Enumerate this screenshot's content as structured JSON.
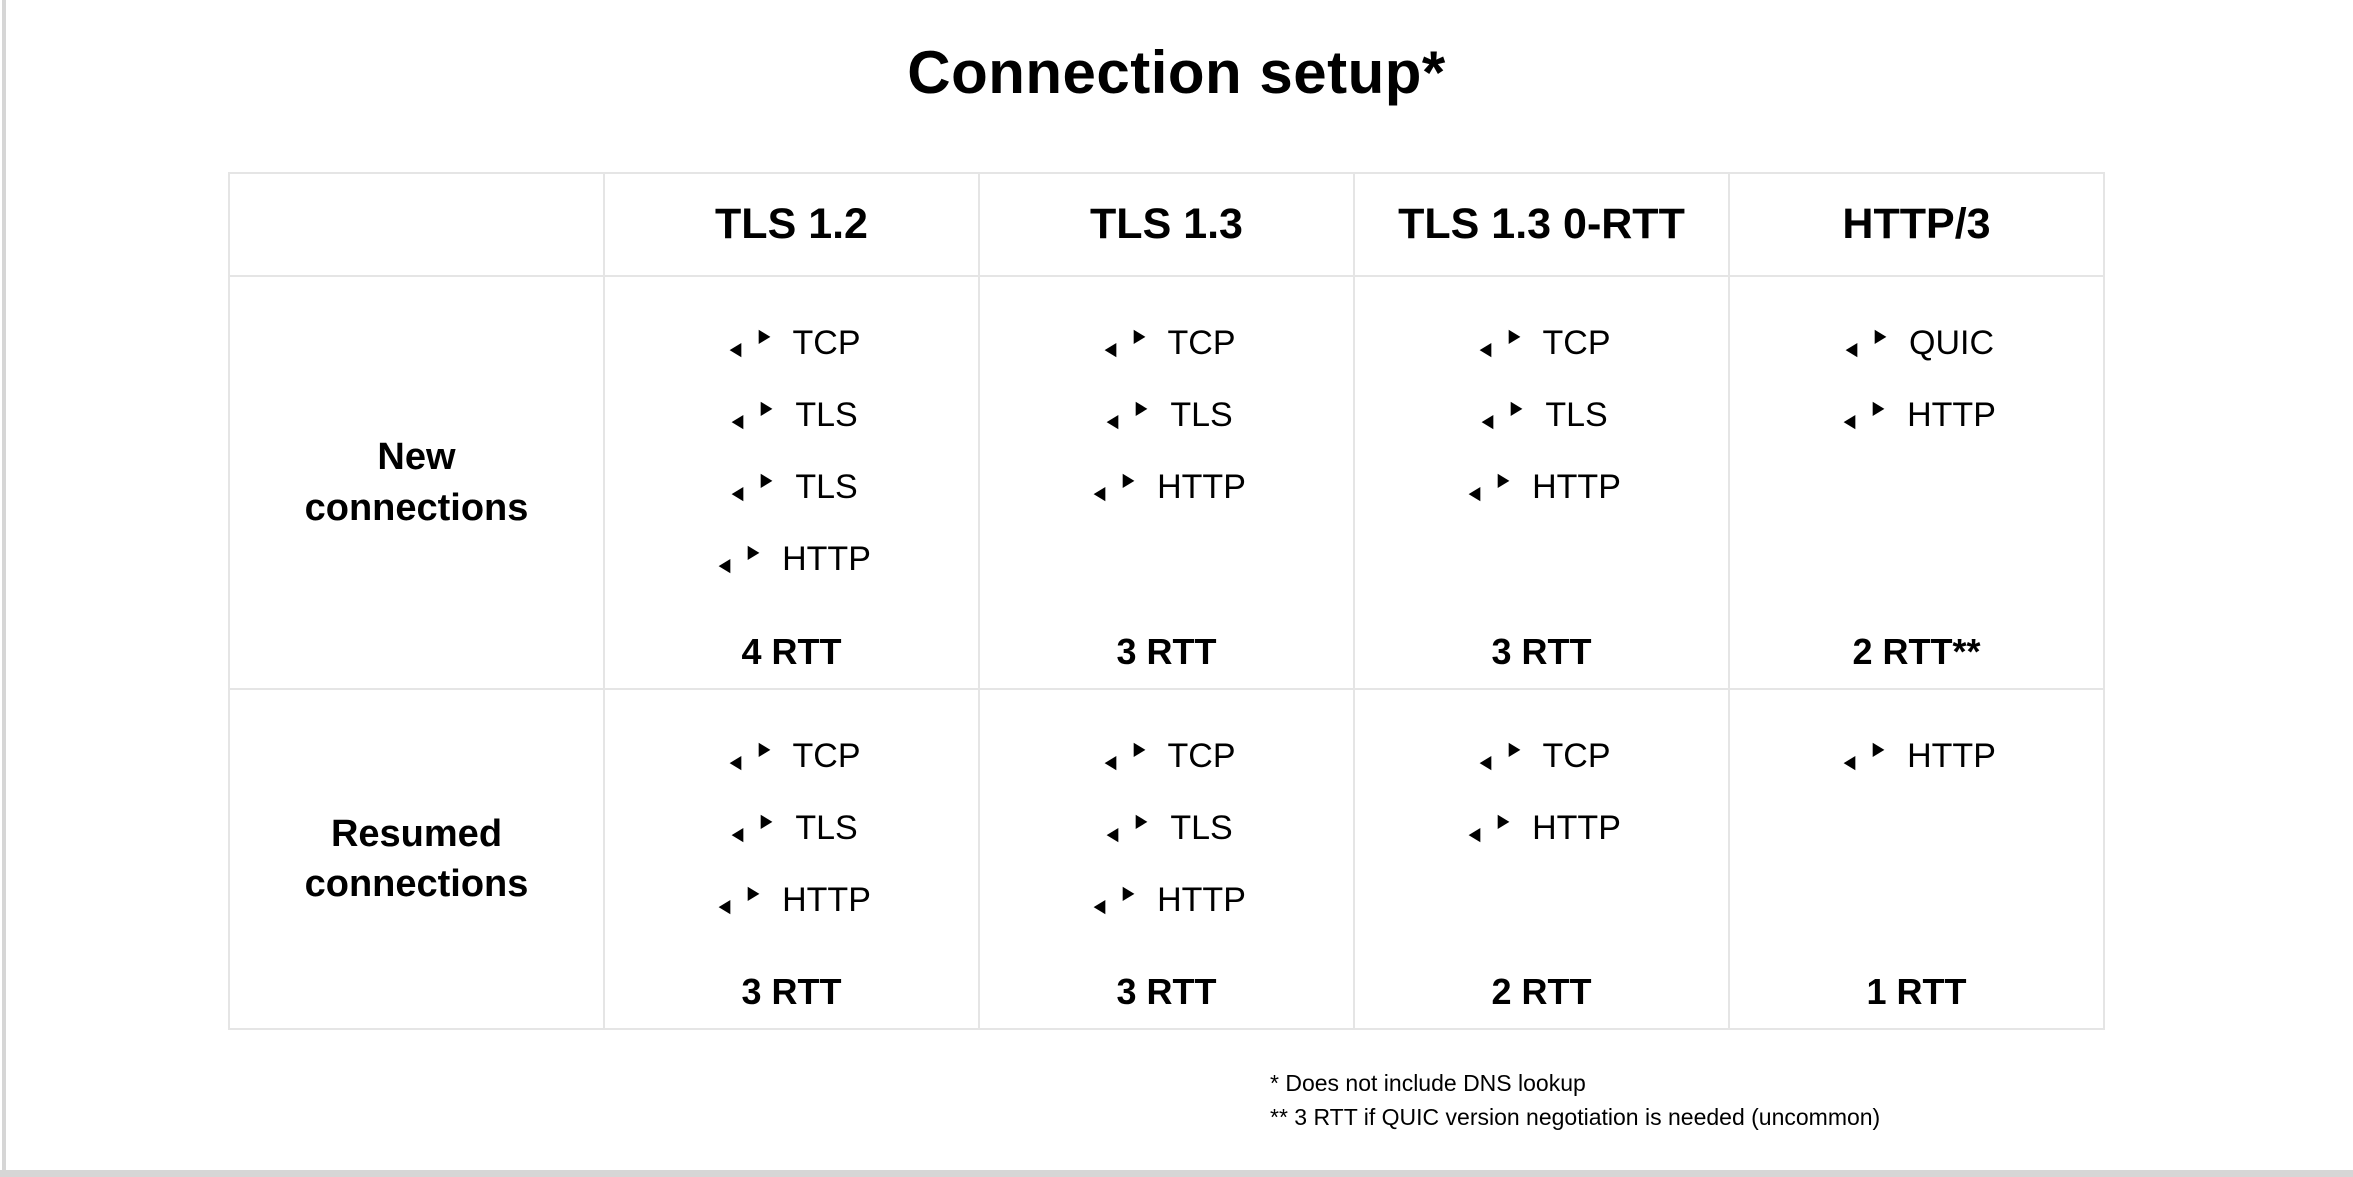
{
  "title": "Connection setup*",
  "table": {
    "columns": [
      "TLS 1.2",
      "TLS 1.3",
      "TLS 1.3 0-RTT",
      "HTTP/3"
    ],
    "rows": [
      {
        "label": "New connections",
        "cells": [
          {
            "steps": [
              "TCP",
              "TLS",
              "TLS",
              "HTTP"
            ],
            "rtt": "4 RTT"
          },
          {
            "steps": [
              "TCP",
              "TLS",
              "HTTP"
            ],
            "rtt": "3 RTT"
          },
          {
            "steps": [
              "TCP",
              "TLS",
              "HTTP"
            ],
            "rtt": "3 RTT"
          },
          {
            "steps": [
              "QUIC",
              "HTTP"
            ],
            "rtt": "2 RTT**"
          }
        ]
      },
      {
        "label": "Resumed connections",
        "cells": [
          {
            "steps": [
              "TCP",
              "TLS",
              "HTTP"
            ],
            "rtt": "3 RTT"
          },
          {
            "steps": [
              "TCP",
              "TLS",
              "HTTP"
            ],
            "rtt": "3 RTT"
          },
          {
            "steps": [
              "TCP",
              "HTTP"
            ],
            "rtt": "2 RTT"
          },
          {
            "steps": [
              "HTTP"
            ],
            "rtt": "1 RTT"
          }
        ]
      }
    ]
  },
  "footnotes": [
    "* Does not include DNS lookup",
    "** 3 RTT if QUIC version negotiation is needed (uncommon)"
  ],
  "icons": {
    "round_trip": "round-trip-arrows"
  },
  "colors": {
    "text": "#000000",
    "table_border": "#e5e5e5",
    "canvas_edge": "#d6d6d6",
    "background": "#ffffff"
  }
}
